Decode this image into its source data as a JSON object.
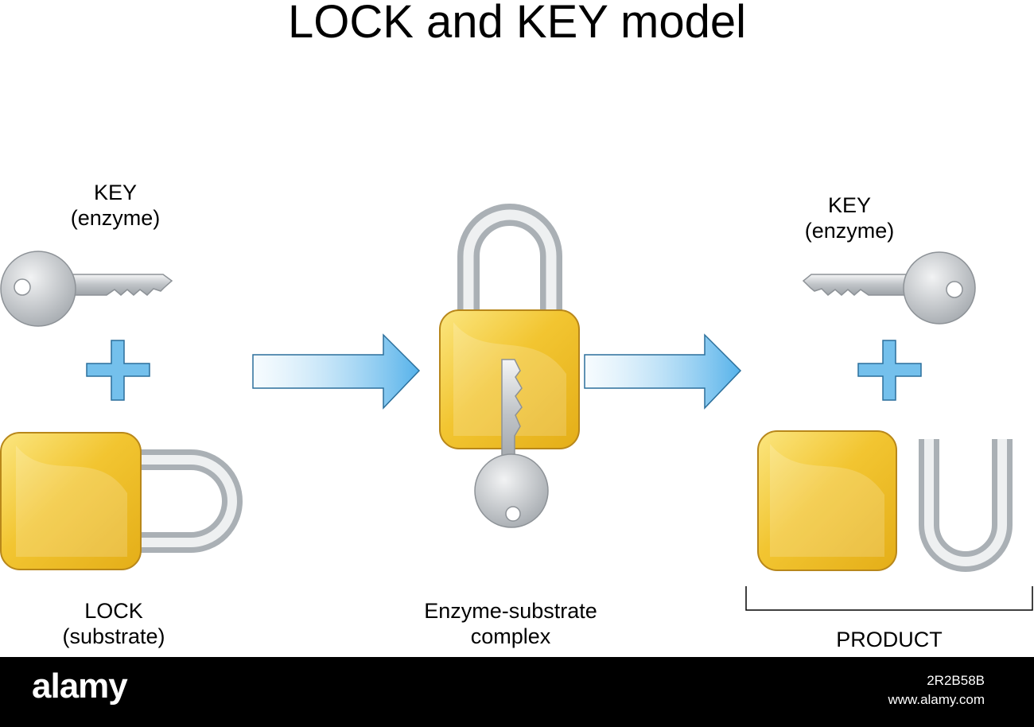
{
  "title": "LOCK and KEY model",
  "labels": {
    "key_left": [
      "KEY",
      "(enzyme)"
    ],
    "key_right": [
      "KEY",
      "(enzyme)"
    ],
    "lock": [
      "LOCK",
      "(substrate)"
    ],
    "complex": [
      "Enzyme-substrate",
      "complex"
    ],
    "product": "PRODUCT"
  },
  "footer": {
    "brand": "alamy",
    "image_id": "2R2B58B",
    "url": "www.alamy.com"
  },
  "colors": {
    "gold": "#f2c531",
    "silver": "#c8cbcf",
    "plus": "#74c0ec",
    "arrow": "#5ab4ea"
  }
}
